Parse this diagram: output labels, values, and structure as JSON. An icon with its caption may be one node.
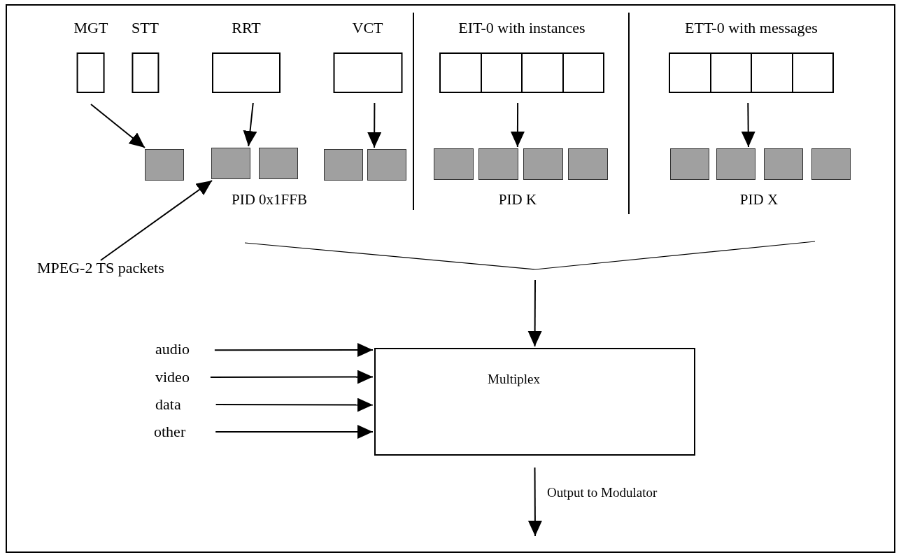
{
  "diagram": {
    "nodes": [
      {
        "text": [
          "MGT"
        ]
      },
      {
        "text": [
          "STT"
        ]
      },
      {
        "text": [
          "RRT"
        ]
      },
      {
        "text": [
          "VCT"
        ]
      },
      {
        "text": [
          "EIT-0 with instances"
        ]
      },
      {
        "text": [],
        "shape": "box",
        "in": 4
      },
      {
        "text": [],
        "shape": "box",
        "in": 4
      },
      {
        "text": [],
        "shape": "box",
        "in": 4
      },
      {
        "text": [],
        "shape": "box",
        "in": 4
      },
      {
        "text": [
          "ETT-0 with messages"
        ]
      },
      {
        "text": [],
        "shape": "box",
        "in": 9
      },
      {
        "text": [],
        "shape": "box",
        "in": 9
      },
      {
        "text": [],
        "shape": "box",
        "in": 9
      },
      {
        "text": [],
        "shape": "box",
        "in": 9
      },
      {
        "text": [],
        "shape": "box"
      },
      {
        "text": [],
        "shape": "box"
      },
      {
        "text": [],
        "shape": "box"
      },
      {
        "text": [],
        "shape": "box"
      },
      {
        "text": [],
        "shape": "box"
      },
      {
        "text": [],
        "shape": "box"
      },
      {
        "text": [],
        "shape": "box"
      },
      {
        "text": [],
        "shape": "box"
      },
      {
        "text": [],
        "shape": "box"
      },
      {
        "text": [],
        "shape": "box"
      },
      {
        "text": [],
        "shape": "box"
      },
      {
        "text": [],
        "shape": "box"
      },
      {
        "text": [],
        "shape": "box"
      },
      {
        "text": [
          "MPEG-2 TS packets"
        ]
      },
      {
        "text": [
          "audio"
        ]
      },
      {
        "text": [
          "video"
        ]
      },
      {
        "text": [
          "data"
        ]
      },
      {
        "text": [
          "other"
        ]
      },
      {
        "text": [
          "Multiplex"
        ]
      }
    ],
    "edges": [
      {
        "from": 0,
        "to": 14,
        "arrow": "to"
      },
      {
        "from": 2,
        "to": 15,
        "arrow": "to"
      },
      {
        "from": 3,
        "to": 18,
        "arrow": "to"
      },
      {
        "from": 4,
        "to": 20,
        "arrow": "to"
      },
      {
        "from": 9,
        "to": 24,
        "arrow": "to"
      },
      {
        "from": 27,
        "to": 15,
        "arrow": "to"
      },
      {
        "from": null,
        "to": 32,
        "arrow": "to"
      },
      {
        "from": 28,
        "to": 32,
        "arrow": "to"
      },
      {
        "from": 29,
        "to": 32,
        "arrow": "to"
      },
      {
        "from": 30,
        "to": 32,
        "arrow": "to"
      },
      {
        "from": 31,
        "to": 32,
        "arrow": "to"
      },
      {
        "from": 32,
        "to": null,
        "arrow": "to",
        "label": "Output to Modulator"
      }
    ],
    "labels": [
      "PID 0x1FFB",
      "PID K",
      "PID X"
    ]
  }
}
